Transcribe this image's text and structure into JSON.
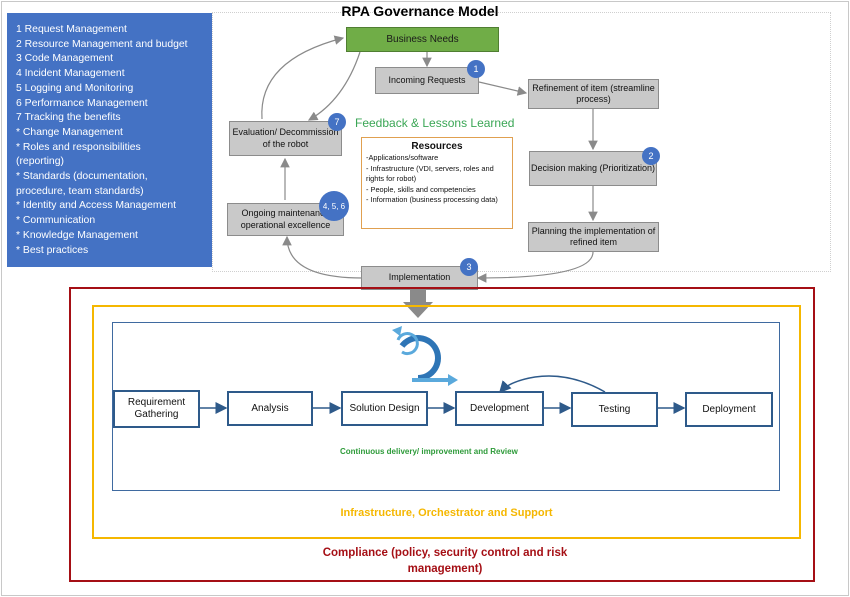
{
  "title": "RPA Governance Model",
  "side_list": [
    "1 Request Management",
    "2 Resource Management and budget",
    "3 Code Management",
    "4 Incident Management",
    "5 Logging and Monitoring",
    "6 Performance Management",
    "7 Tracking the benefits",
    "* Change Management",
    "* Roles and responsibilities",
    "(reporting)",
    "* Standards (documentation,",
    "procedure, team standards)",
    "* Identity and Access Management",
    "* Communication",
    "* Knowledge Management",
    "* Best practices"
  ],
  "cycle": {
    "business_needs": "Business Needs",
    "incoming_requests": "Incoming Requests",
    "refinement": "Refinement of item (streamline process)",
    "decision": "Decision making (Prioritization)",
    "planning": "Planning the implementation of refined item",
    "implementation": "Implementation",
    "maintenance": "Ongoing maintenance operational excellence",
    "evaluation": "Evaluation/ Decommission of the robot"
  },
  "badges": {
    "incoming": "1",
    "decision": "2",
    "implementation": "3",
    "maintenance": "4, 5, 6",
    "evaluation": "7"
  },
  "feedback": "Feedback & Lessons Learned",
  "resources": {
    "heading": "Resources",
    "items": [
      "-Applications/software",
      "- Infrastructure (VDI, servers, roles and rights for robot)",
      "- People, skills and competencies",
      "- Information (business processing data)"
    ]
  },
  "process_steps": [
    "Requirement Gathering",
    "Analysis",
    "Solution Design",
    "Development",
    "Testing",
    "Deployment"
  ],
  "continuous": "Continuous delivery/ improvement and Review",
  "infrastructure": "Infrastructure, Orchestrator and Support",
  "compliance": "Compliance (policy, security control and risk management)",
  "colors": {
    "side_panel": "#4472c4",
    "business_needs": "#70ad47",
    "badge": "#4472c4",
    "feedback_text": "#3aa655",
    "compliance": "#a50f15",
    "infrastructure": "#f5b700",
    "process_border": "#2e5a8a"
  }
}
